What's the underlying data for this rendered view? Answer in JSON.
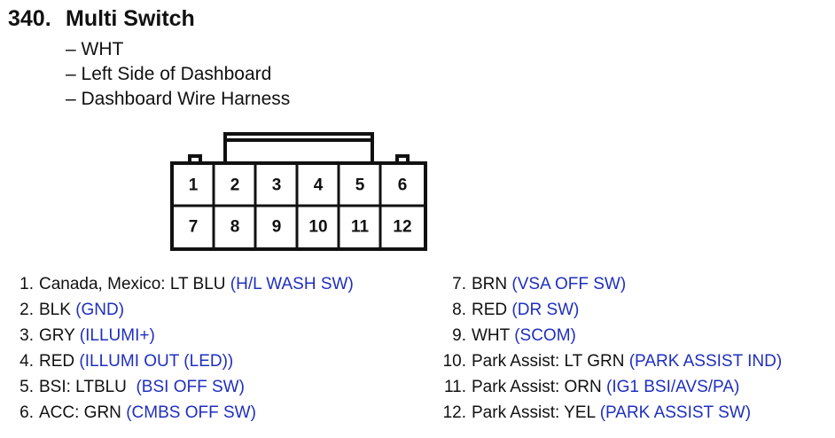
{
  "header": {
    "number": "340.",
    "title": "Multi Switch",
    "details": [
      "– WHT",
      "– Left Side of Dashboard",
      "– Dashboard Wire Harness"
    ]
  },
  "connector": {
    "top_row": [
      "1",
      "2",
      "3",
      "4",
      "5",
      "6"
    ],
    "bottom_row": [
      "7",
      "8",
      "9",
      "10",
      "11",
      "12"
    ]
  },
  "pins_left": [
    {
      "num": "1.",
      "wire": "Canada, Mexico: LT BLU",
      "func": "(H/L WASH SW)"
    },
    {
      "num": "2.",
      "wire": "BLK",
      "func": "(GND)"
    },
    {
      "num": "3.",
      "wire": "GRY",
      "func": "(ILLUMI+)"
    },
    {
      "num": "4.",
      "wire": "RED",
      "func": "(ILLUMI OUT (LED))"
    },
    {
      "num": "5.",
      "wire": "BSI: LTBLU ",
      "func": "(BSI OFF SW)"
    },
    {
      "num": "6.",
      "wire": "ACC: GRN",
      "func": "(CMBS OFF SW)"
    }
  ],
  "pins_right": [
    {
      "num": "7.",
      "wire": "BRN",
      "func": "(VSA OFF SW)"
    },
    {
      "num": "8.",
      "wire": "RED",
      "func": "(DR SW)"
    },
    {
      "num": "9.",
      "wire": "WHT",
      "func": "(SCOM)"
    },
    {
      "num": "10.",
      "wire": "Park Assist: LT GRN",
      "func": "(PARK ASSIST IND)"
    },
    {
      "num": "11.",
      "wire": "Park Assist: ORN",
      "func": "(IG1 BSI/AVS/PA)"
    },
    {
      "num": "12.",
      "wire": "Park Assist: YEL",
      "func": "(PARK ASSIST SW)"
    }
  ],
  "colors": {
    "text": "#111111",
    "function": "#1f2fbf",
    "outline": "#111111"
  }
}
